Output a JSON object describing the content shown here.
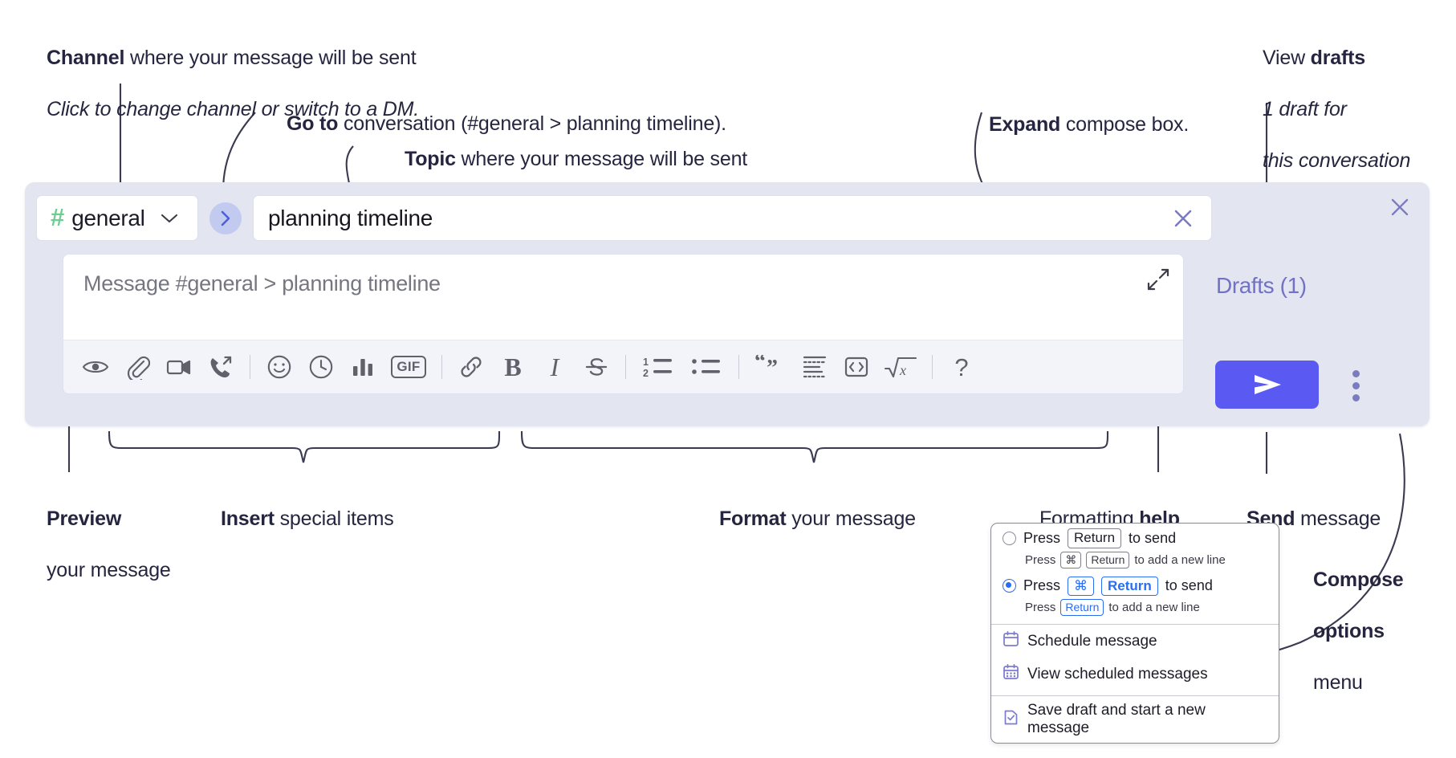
{
  "annotations": {
    "channel": {
      "bold": "Channel",
      "rest": " where your message will be sent",
      "italic": "Click to change channel or switch to a DM."
    },
    "goto": {
      "bold": "Go to",
      "rest": " conversation (#general > planning timeline)."
    },
    "topic": {
      "bold": "Topic",
      "rest": " where your message will be sent"
    },
    "expand": {
      "bold": "Expand",
      "rest": " compose box."
    },
    "drafts": {
      "rest1": "View ",
      "bold": "drafts",
      "italic1": "1 draft for",
      "italic2": "this conversation"
    },
    "preview": {
      "bold": "Preview",
      "line2": "your message"
    },
    "insert": {
      "bold": "Insert",
      "rest": " special items"
    },
    "format": {
      "bold": "Format",
      "rest": " your message"
    },
    "help": {
      "rest": "Formatting ",
      "bold": "help"
    },
    "send": {
      "bold": "Send",
      "rest": " message"
    },
    "compose_options": {
      "bold1": "Compose",
      "bold2": "options",
      "rest": "menu"
    }
  },
  "compose": {
    "channel_name": "general",
    "channel_hash": "#",
    "topic_value": "planning timeline",
    "message_placeholder": "Message #general > planning timeline",
    "drafts_label": "Drafts (1)",
    "toolbar": [
      {
        "name": "preview-icon",
        "label": "Preview"
      },
      {
        "name": "attachment-icon",
        "label": "Attach file"
      },
      {
        "name": "video-icon",
        "label": "Video clip"
      },
      {
        "name": "audio-call-icon",
        "label": "Audio clip"
      },
      {
        "sep": true
      },
      {
        "name": "emoji-icon",
        "label": "Emoji"
      },
      {
        "name": "clock-icon",
        "label": "Reminder"
      },
      {
        "name": "poll-icon",
        "label": "Poll"
      },
      {
        "name": "gif-icon",
        "label": "GIF"
      },
      {
        "sep": true
      },
      {
        "name": "link-icon",
        "label": "Link"
      },
      {
        "name": "bold-icon",
        "label": "B"
      },
      {
        "name": "italic-icon",
        "label": "I"
      },
      {
        "name": "strikethrough-icon",
        "label": "Strikethrough"
      },
      {
        "sep": true
      },
      {
        "name": "ordered-list-icon",
        "label": "Ordered list"
      },
      {
        "name": "bulleted-list-icon",
        "label": "Bulleted list"
      },
      {
        "sep": true
      },
      {
        "name": "blockquote-icon",
        "label": "Blockquote"
      },
      {
        "name": "code-block-icon",
        "label": "Code block"
      },
      {
        "name": "inline-code-icon",
        "label": "Inline code"
      },
      {
        "name": "math-icon",
        "label": "Math"
      },
      {
        "sep": true
      },
      {
        "name": "help-icon",
        "label": "?"
      }
    ]
  },
  "options_menu": {
    "option1": {
      "pre": "Press",
      "key": "Return",
      "post": "to send",
      "selected": false
    },
    "option1_sub": {
      "pre": "Press",
      "key1": "⌘",
      "key2": "Return",
      "post": "to add a new line"
    },
    "option2": {
      "pre": "Press",
      "key1": "⌘",
      "key2": "Return",
      "post": "to send",
      "selected": true
    },
    "option2_sub": {
      "pre": "Press",
      "key": "Return",
      "post": "to add a new line"
    },
    "items": [
      {
        "icon": "calendar-icon",
        "label": "Schedule message"
      },
      {
        "icon": "calendar-grid-icon",
        "label": "View scheduled messages"
      },
      {
        "icon": "save-draft-icon",
        "label": "Save draft and start a new message"
      }
    ]
  },
  "colors": {
    "panel_bg": "#e3e5f1",
    "send_button": "#5a5af3",
    "accent_link": "#7171c6",
    "hash_green": "#6ccf91",
    "goto_circle": "#c3caef",
    "radio_blue": "#2a6df5"
  }
}
